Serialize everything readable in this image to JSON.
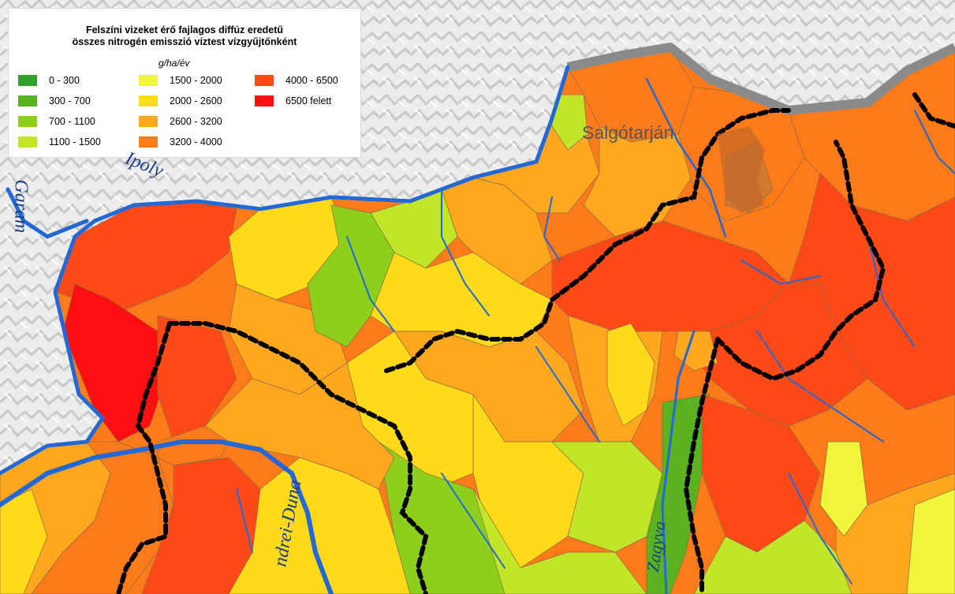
{
  "legend": {
    "title_line1": "Felszíni vizeket érő fajlagos diffúz eredetű",
    "title_line2": "összes nitrogén emisszió víztest vízgyűjtőnként",
    "unit": "g/ha/év",
    "classes": [
      {
        "label": "0 - 300",
        "color": "#33a02c"
      },
      {
        "label": "300 - 700",
        "color": "#5ab31e"
      },
      {
        "label": "700 - 1100",
        "color": "#8dd01c"
      },
      {
        "label": "1100 - 1500",
        "color": "#c2e627"
      },
      {
        "label": "1500 - 2000",
        "color": "#eef53a"
      },
      {
        "label": "2000 - 2600",
        "color": "#ffda18"
      },
      {
        "label": "2600 - 3200",
        "color": "#ffa81f"
      },
      {
        "label": "3200 - 4000",
        "color": "#ff7b19"
      },
      {
        "label": "4000 - 6500",
        "color": "#ff4a17"
      },
      {
        "label": "6500 felett",
        "color": "#ff0f0f"
      }
    ]
  },
  "labels": {
    "town": "Salgótarján",
    "river_ipoly": "Ipoly",
    "river_garam": "Garam",
    "river_duna": "ndrei-Duna",
    "river_zagyva": "Zagyva"
  },
  "colors": {
    "river": "#2268d6",
    "boundary": "#000000",
    "relief": "#d2d2d2",
    "border": "#888888"
  }
}
